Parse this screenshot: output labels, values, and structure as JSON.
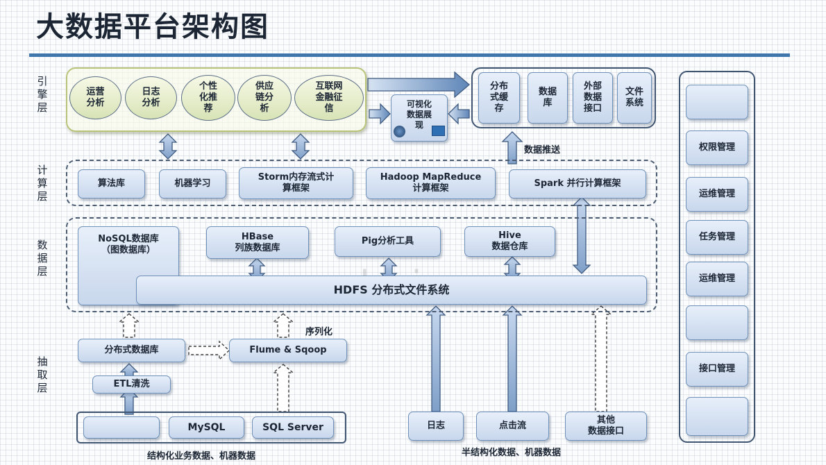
{
  "title": "大数据平台架构图",
  "watermark": "www.docin.com",
  "layers": {
    "engine": "引擎层",
    "compute": "计算层",
    "data": "数据层",
    "extract": "抽取层"
  },
  "engine_apps": [
    "运营\n分析",
    "日志\n分析",
    "个性\n化推\n荐",
    "供应\n链分\n析",
    "互联网\n金融征\n信"
  ],
  "visualization": "可视化\n数据展\n现",
  "storage_targets": [
    "分布\n式缓\n存",
    "数据\n库",
    "外部\n数据\n接口",
    "文件\n系统"
  ],
  "data_push": "数据推送",
  "compute_items": [
    "算法库",
    "机器学习",
    "Storm内存流式计\n算框架",
    "Hadoop MapReduce\n计算框架",
    "Spark 并行计算框架"
  ],
  "data_items": {
    "nosql": "NoSQL数据库\n（图数据库）",
    "hbase": "HBase\n列族数据库",
    "pig": "Pig分析工具",
    "hive": "Hive\n数据仓库",
    "hdfs": "HDFS 分布式文件系统"
  },
  "extract_items": {
    "dist_db": "分布式数据库",
    "etl": "ETL清洗",
    "flume": "Flume & Sqoop",
    "serialize": "序列化"
  },
  "structured_sources": [
    "",
    "MySQL",
    "SQL Server"
  ],
  "structured_caption": "结构化业务数据、机器数据",
  "semi_sources": [
    "日志",
    "点击流",
    "其他\n数据接口"
  ],
  "semi_caption": "半结构化数据、机器数据",
  "management": [
    "",
    "权限管理",
    "运维管理",
    "任务管理",
    "运维管理",
    "",
    "接口管理",
    ""
  ]
}
